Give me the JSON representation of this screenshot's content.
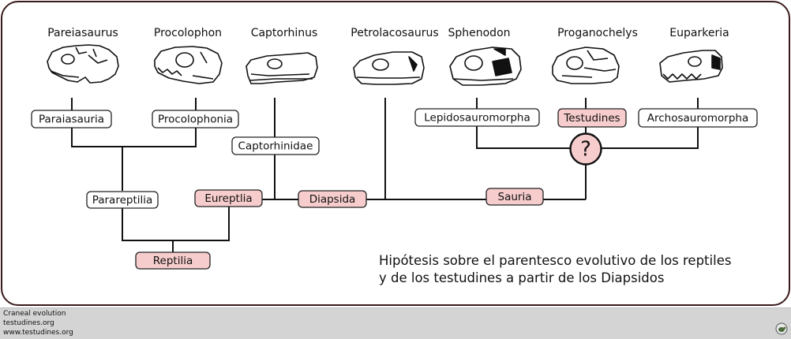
{
  "taxa": {
    "pareiasaurus": "Pareiasaurus",
    "procolophon": "Procolophon",
    "captorhinus": "Captorhinus",
    "petrolacosaurus": "Petrolacosaurus",
    "sphenodon": "Sphenodon",
    "proganochelys": "Proganochelys",
    "euparkeria": "Euparkeria"
  },
  "clades": {
    "paraiasauria": "Paraiasauria",
    "procolophonia": "Procolophonia",
    "captorhinidae": "Captorhinidae",
    "lepidosauromorpha": "Lepidosauromorpha",
    "testudines": "Testudines",
    "archosauromorpha": "Archosauromorpha",
    "parareptilia": "Parareptilia",
    "eureptlia": "Eureptlia",
    "diapsida": "Diapsida",
    "sauria": "Sauria",
    "reptilia": "Reptilia"
  },
  "uncertain_node": "?",
  "caption": {
    "line1": "Hipótesis sobre el parentesco evolutivo de los reptiles",
    "line2": "y de los testudines a partir de los Diapsidos"
  },
  "footer": {
    "line1": "Craneal evolution",
    "line2": "testudines.org",
    "line3": "www.testudines.org"
  },
  "colors": {
    "highlight_box": "#f6cccc",
    "question_node": "#f6cccc",
    "frame_border": "#3a1a1a",
    "footer_bg": "#d4d4d4"
  },
  "icons": {
    "skulls": "reptile-skull-illustration",
    "logo": "turtle-logo-icon"
  }
}
